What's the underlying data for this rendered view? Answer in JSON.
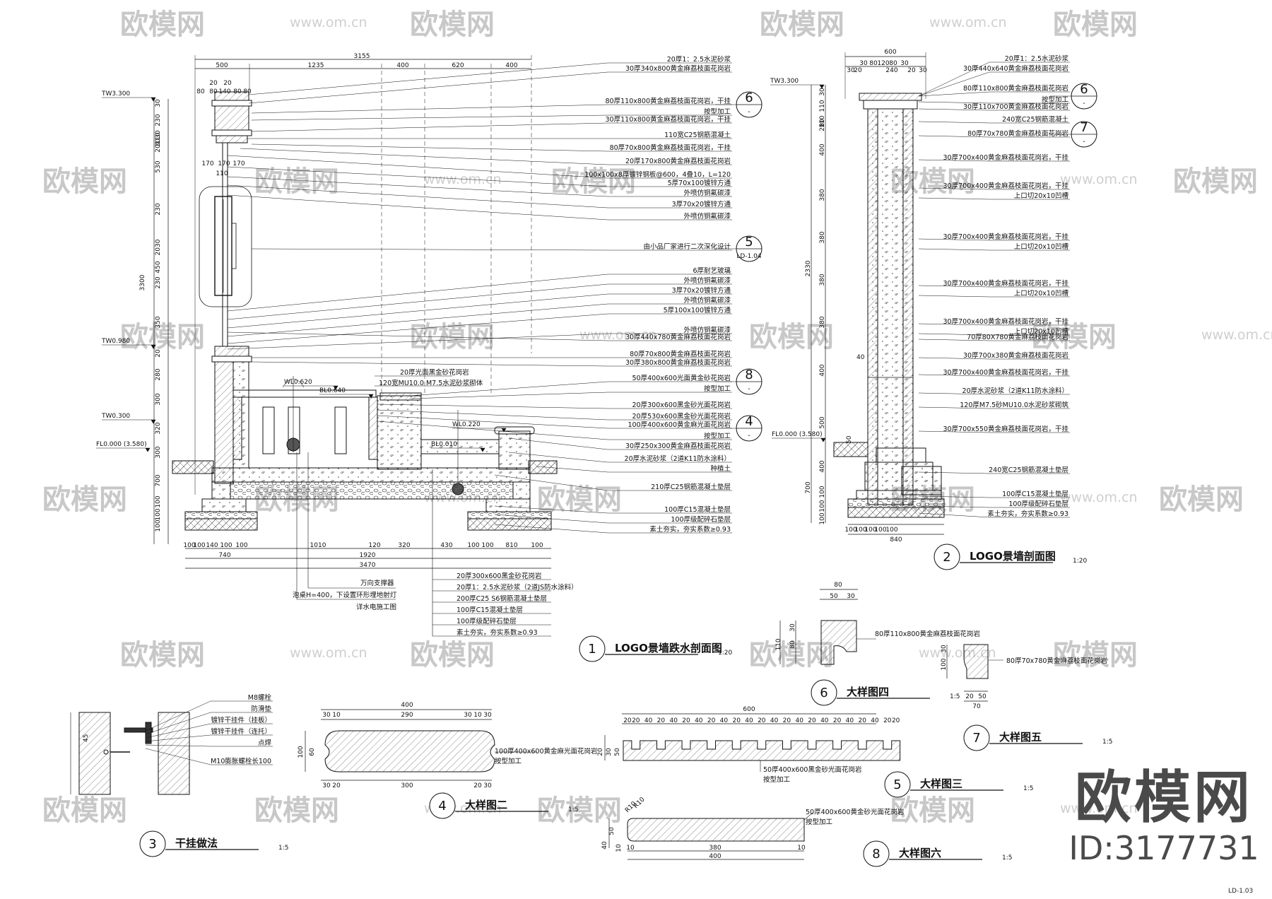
{
  "brand": {
    "name": "欧模网",
    "id": "ID:3177731"
  },
  "watermark": {
    "logo_text": "欧模网",
    "url_text": "www.om.cn"
  },
  "sheet_no": "LD-1.03",
  "drawings": [
    {
      "no": "1",
      "title": "LOGO景墙跌水剖面图",
      "scale": "1:20"
    },
    {
      "no": "2",
      "title": "LOGO景墙剖面图",
      "scale": "1:20"
    },
    {
      "no": "3",
      "title": "干挂做法",
      "scale": "1:5"
    },
    {
      "no": "4",
      "title": "大样图二",
      "scale": "1:5"
    },
    {
      "no": "5",
      "title": "大样图三",
      "scale": "1:5"
    },
    {
      "no": "6",
      "title": "大样图四",
      "scale": "1:5"
    },
    {
      "no": "7",
      "title": "大样图五",
      "scale": "1:5"
    },
    {
      "no": "8",
      "title": "大样图六",
      "scale": "1:5"
    }
  ],
  "refs": [
    {
      "top": "6",
      "bottom": "-"
    },
    {
      "top": "5",
      "bottom": "LD-1.04"
    },
    {
      "top": "8",
      "bottom": "-"
    },
    {
      "top": "4",
      "bottom": "-"
    },
    {
      "top": "6",
      "bottom": "-"
    },
    {
      "top": "7",
      "bottom": "-"
    }
  ],
  "levels": [
    "TW3.300",
    "TW0.980",
    "TW0.300",
    "FL0.000 (3.580)",
    "WL0.620",
    "BL0.640",
    "WL0.220",
    "BL0.010",
    "TW3.300",
    "FL0.000 (3.580)"
  ],
  "sec1": {
    "top_dims": [
      "500",
      "1235",
      "400",
      "620",
      "400"
    ],
    "overall": "3155",
    "top_sub": [
      "20",
      "20",
      "80",
      "80",
      "140",
      "80",
      "80"
    ],
    "sub2": [
      "170",
      "170",
      "170",
      "110"
    ],
    "left_dims": [
      "30",
      "230",
      "30",
      "110",
      "30",
      "20",
      "530",
      "230",
      "2030",
      "450",
      "230",
      "350",
      "20",
      "280",
      "300",
      "320",
      "300",
      "700",
      "100",
      "100",
      "100",
      "3300"
    ],
    "bottom_dims": [
      "100",
      "100",
      "140",
      "100",
      "100",
      "1010",
      "120",
      "320",
      "430",
      "100",
      "100",
      "810",
      "100",
      "740",
      "1920",
      "3470"
    ],
    "labels_right": [
      "20厚1：2.5水泥砂浆",
      "30厚340x800黄金麻荔枝面花岗岩",
      "80厚110x800黄金麻荔枝面花岗岩，干挂",
      "按型加工",
      "30厚110x800黄金麻荔枝面花岗岩，干挂",
      "110宽C25钢筋混凝土",
      "80厚70x800黄金麻荔枝面花岗岩，干挂",
      "20厚170x800黄金麻荔枝面花岗岩",
      "100x100x8厚镀锌钢板@600，4叠10，L=120",
      "5厚70x100镀锌方通",
      "外喷仿铜氟碳漆",
      "3厚70x20镀锌方通",
      "外喷仿铜氟碳漆",
      "由小品厂家进行二次深化设计",
      "6厚耐艺玻璃",
      "外喷仿铜氟碳漆",
      "3厚70x20镀锌方通",
      "外喷仿铜氟碳漆",
      "5厚100x100镀锌方通",
      "外喷仿铜氟碳漆",
      "30厚440x780黄金麻荔枝面花岗岩",
      "80厚70x800黄金麻荔枝面花岗岩",
      "30厚380x800黄金麻荔枝面花岗岩",
      "50厚400x600光面黄金砂花岗岩",
      "按型加工",
      "20厚300x600黑金砂光面花岗岩",
      "20厚530x600黑金砂光面花岗岩",
      "100厚400x600黄金麻光面花岗岩",
      "按型加工",
      "30厚250x300黄金麻荔枝面花岗岩",
      "20厚水泥砂浆（2道K11防水涂料）",
      "种植土",
      "210厚C25钢筋混凝土垫层",
      "100厚C15混凝土垫层",
      "100厚级配碎石垫层",
      "素土夯实，夯实系数≥0.93"
    ],
    "labels_pool": [
      "20厚光面黑金砂花岗岩",
      "120宽MU10.0 M7.5水泥砂浆砌体"
    ],
    "labels_bottom": [
      "万向支撑器",
      "泡桌H=400，下设置环形埋地射灯",
      "详水电施工图",
      "20厚300x600黑金砂花岗岩",
      "20厚1：2.5水泥砂浆（2道JS防水涂料）",
      "200厚C25 S6钢筋混凝土垫层",
      "100厚C15混凝土垫层",
      "100厚级配碎石垫层",
      "素土夯实，夯实系数≥0.93"
    ]
  },
  "sec2": {
    "top": "600",
    "top_sub": [
      "30",
      "80",
      "120",
      "80",
      "30",
      "30",
      "20",
      "240",
      "20",
      "30"
    ],
    "left_dims": [
      "30",
      "110",
      "30",
      "110",
      "20",
      "400",
      "380",
      "380",
      "380",
      "380",
      "400",
      "500",
      "400",
      "100",
      "100",
      "100",
      "2330",
      "700"
    ],
    "bottom_dims": [
      "100",
      "100",
      "100",
      "100",
      "100",
      "840"
    ],
    "small_dim": "40",
    "side_dim": "50",
    "labels": [
      "20厚1：2.5水泥砂浆",
      "30厚440x640黄金麻荔枝面花岗岩",
      "80厚110x800黄金麻荔枝面花岗岩",
      "按型加工",
      "30厚110x700黄金麻荔枝面花岗岩",
      "240宽C25钢筋混凝土",
      "80厚70x780黄金麻荔枝面花岗岩",
      "30厚700x400黄金麻荔枝面花岗岩，干挂",
      "30厚700x400黄金麻荔枝面花岗岩，干挂",
      "上口切20x10凹槽",
      "30厚700x400黄金麻荔枝面花岗岩，干挂",
      "上口切20x10凹槽",
      "30厚700x400黄金麻荔枝面花岗岩，干挂",
      "上口切20x10凹槽",
      "30厚700x400黄金麻荔枝面花岗岩，干挂",
      "上口切20x10凹槽",
      "70厚80X780黄金麻荔枝面花岗岩",
      "30厚700x380黄金麻荔枝面花岗岩",
      "30厚700x400黄金麻荔枝面花岗岩，干挂",
      "20厚水泥砂浆（2道K11防水涂料）",
      "120厚M7.5砂MU10.0水泥砂浆砌筑",
      "30厚700x550黄金麻荔枝面花岗岩，干挂",
      "240宽C25钢筋混凝土垫层",
      "100厚C15混凝土垫层",
      "100厚级配碎石垫层",
      "素土夯实，夯实系数≥0.93"
    ]
  },
  "d3": {
    "labels": [
      "M8螺栓",
      "防滑垫",
      "镀锌干挂件（挂板）",
      "镀锌干挂件（连托）",
      "点焊",
      "M10膨胀螺栓长100"
    ],
    "dim": "45"
  },
  "d4": {
    "top": "400",
    "sub": [
      "30",
      "10",
      "290",
      "30",
      "10",
      "30"
    ],
    "left": [
      "100",
      "60"
    ],
    "bottom": [
      "30",
      "20",
      "300",
      "20",
      "30"
    ],
    "label": [
      "100厚400x600黄金麻光面花岗岩",
      "按型加工"
    ]
  },
  "d5": {
    "top": "600",
    "sub": [
      "20",
      "20",
      "40",
      "20",
      "40",
      "20",
      "40",
      "20",
      "40",
      "20",
      "40",
      "20",
      "40",
      "20",
      "40",
      "20",
      "40",
      "20",
      "40",
      "20",
      "40",
      "20",
      "20"
    ],
    "left": [
      "20",
      "30",
      "50"
    ],
    "label": [
      "50厚400x600黑金砂光面花岗岩",
      "按型加工"
    ]
  },
  "d6": {
    "top": "80",
    "sub": [
      "50",
      "30"
    ],
    "left": [
      "30",
      "80",
      "110"
    ],
    "label": "80厚110x800黄金麻荔枝面花岗岩"
  },
  "d7": {
    "left": [
      "30",
      "100"
    ],
    "bottom": [
      "20",
      "50",
      "70"
    ],
    "label": "80厚70x780黄金麻荔枝面花岗岩"
  },
  "d8": {
    "top": [
      "R10",
      "R10"
    ],
    "left": [
      "40",
      "50",
      "10"
    ],
    "bottom": [
      "10",
      "380",
      "10",
      "400"
    ],
    "label": [
      "50厚400x600黄金砂光面花岗岩",
      "按型加工"
    ]
  }
}
